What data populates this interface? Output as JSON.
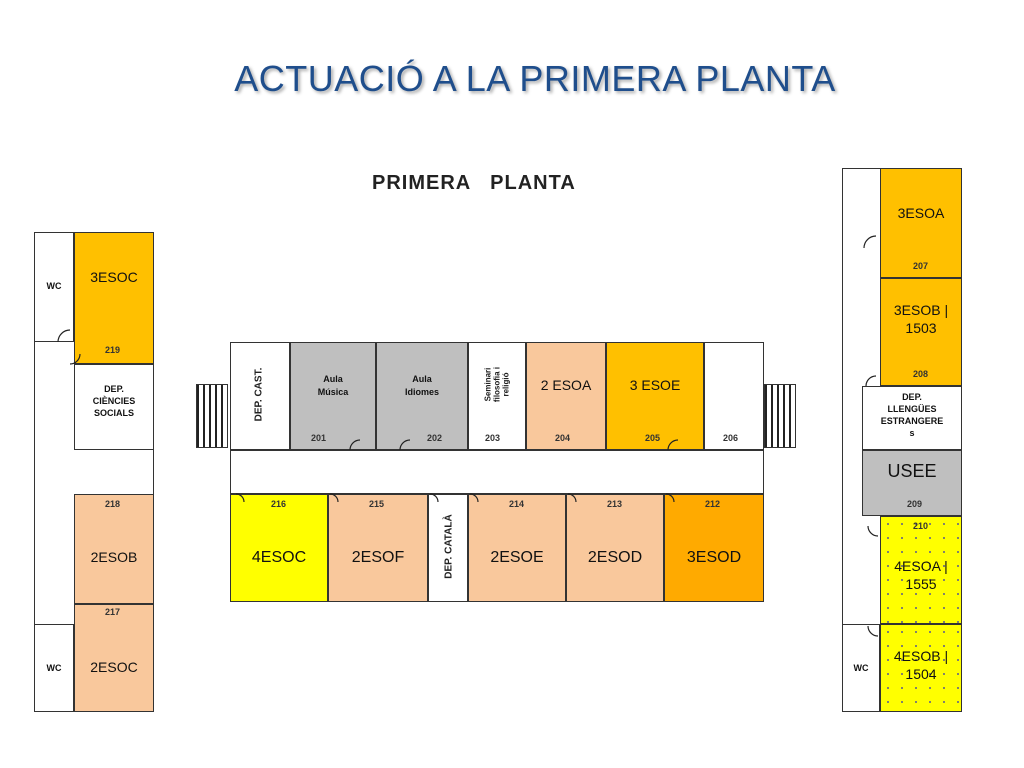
{
  "title": "ACTUACIÓ A LA PRIMERA PLANTA",
  "plan_title": "PRIMERA   PLANTA",
  "colors": {
    "orange_gold": "#ffc000",
    "peach": "#f9c89c",
    "grey": "#bfbfbf",
    "yellow": "#ffff00",
    "dark_orange": "#ffaa00",
    "title_blue": "#1f4e8c"
  },
  "left_wing": {
    "wc_top": "WC",
    "room_219": {
      "name": "3ESOC",
      "number": "219"
    },
    "dep_ciencies": "DEP.\nCIÈNCIES\nSOCIALS",
    "room_218": {
      "name": "2ESOB",
      "number": "218"
    },
    "room_217": {
      "name": "2ESOC",
      "number": "217"
    },
    "wc_bottom": "WC"
  },
  "central_top": {
    "dep_cast": "DEP. CAST.",
    "room_201": {
      "name": "Aula\nMúsica",
      "number": "201"
    },
    "room_202": {
      "name": "Aula\nIdiomes",
      "number": "202"
    },
    "room_203": {
      "name": "Seminari\nfilosofia i\nreligió",
      "number": "203"
    },
    "room_204": {
      "name": "2 ESOA",
      "number": "204"
    },
    "room_205": {
      "name": "3 ESOE",
      "number": "205"
    },
    "room_206": {
      "name": "",
      "number": "206"
    }
  },
  "central_bottom": {
    "room_216": {
      "name": "4ESOC",
      "number": "216"
    },
    "room_215": {
      "name": "2ESOF",
      "number": "215"
    },
    "dep_catala": "DEP. CATALÀ",
    "room_214": {
      "name": "2ESOE",
      "number": "214"
    },
    "room_213": {
      "name": "2ESOD",
      "number": "213"
    },
    "room_212": {
      "name": "3ESOD",
      "number": "212"
    }
  },
  "right_wing": {
    "room_207": {
      "name": "3ESOA",
      "number": "207"
    },
    "room_208": {
      "name": "3ESOB |\n1503",
      "number": "208"
    },
    "dep_llengues": "DEP.\nLLENGÜES\nESTRANGERE\ns",
    "room_209": {
      "name": "USEE",
      "number": "209"
    },
    "room_210": {
      "name": "4ESOA |\n1555",
      "number": "210"
    },
    "room_211": {
      "name": "4ESOB |\n1504",
      "number": ""
    },
    "wc": "WC"
  }
}
